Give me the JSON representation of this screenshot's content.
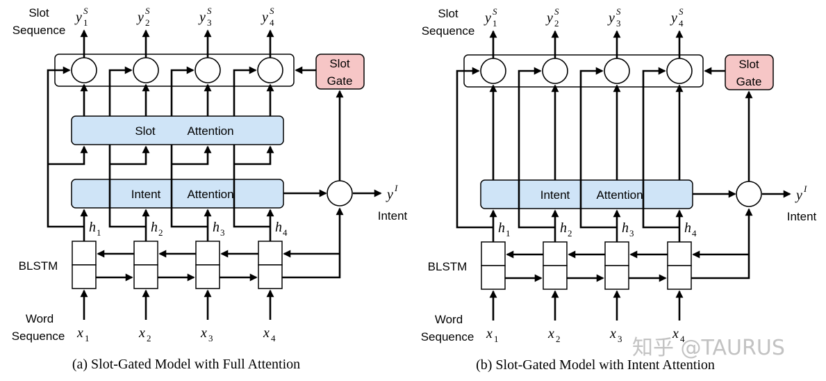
{
  "diagrams": [
    {
      "id": "a",
      "caption": "(a) Slot-Gated Model with Full Attention",
      "slot_sequence_label": [
        "Slot",
        "Sequence"
      ],
      "slot_gate_label": [
        "Slot",
        "Gate"
      ],
      "slot_attention_label": [
        "Slot",
        "Attention"
      ],
      "intent_attention_label": [
        "Intent",
        "Attention"
      ],
      "intent_label": "Intent",
      "intent_output": "y",
      "intent_output_sup": "I",
      "blstm_label": "BLSTM",
      "word_sequence_label": [
        "Word",
        "Sequence"
      ],
      "outputs": [
        {
          "base": "y",
          "sub": "1",
          "sup": "S"
        },
        {
          "base": "y",
          "sub": "2",
          "sup": "S"
        },
        {
          "base": "y",
          "sub": "3",
          "sup": "S"
        },
        {
          "base": "y",
          "sub": "4",
          "sup": "S"
        }
      ],
      "hidden": [
        {
          "base": "h",
          "sub": "1"
        },
        {
          "base": "h",
          "sub": "2"
        },
        {
          "base": "h",
          "sub": "3"
        },
        {
          "base": "h",
          "sub": "4"
        }
      ],
      "inputs": [
        {
          "base": "x",
          "sub": "1"
        },
        {
          "base": "x",
          "sub": "2"
        },
        {
          "base": "x",
          "sub": "3"
        },
        {
          "base": "x",
          "sub": "4"
        }
      ],
      "has_slot_attention": true
    },
    {
      "id": "b",
      "caption": "(b) Slot-Gated Model with Intent Attention",
      "slot_sequence_label": [
        "Slot",
        "Sequence"
      ],
      "slot_gate_label": [
        "Slot",
        "Gate"
      ],
      "intent_attention_label": [
        "Intent",
        "Attention"
      ],
      "intent_label": "Intent",
      "intent_output": "y",
      "intent_output_sup": "I",
      "blstm_label": "BLSTM",
      "word_sequence_label": [
        "Word",
        "Sequence"
      ],
      "outputs": [
        {
          "base": "y",
          "sub": "1",
          "sup": "S"
        },
        {
          "base": "y",
          "sub": "2",
          "sup": "S"
        },
        {
          "base": "y",
          "sub": "3",
          "sup": "S"
        },
        {
          "base": "y",
          "sub": "4",
          "sup": "S"
        }
      ],
      "hidden": [
        {
          "base": "h",
          "sub": "1"
        },
        {
          "base": "h",
          "sub": "2"
        },
        {
          "base": "h",
          "sub": "3"
        },
        {
          "base": "h",
          "sub": "4"
        }
      ],
      "inputs": [
        {
          "base": "x",
          "sub": "1"
        },
        {
          "base": "x",
          "sub": "2"
        },
        {
          "base": "x",
          "sub": "3"
        },
        {
          "base": "x",
          "sub": "4"
        }
      ],
      "has_slot_attention": false
    }
  ],
  "watermark": "知乎 @TAURUS",
  "colors": {
    "attention_fill": "#cfe4f7",
    "slot_gate_fill": "#f6c6c6",
    "line": "#000000"
  }
}
